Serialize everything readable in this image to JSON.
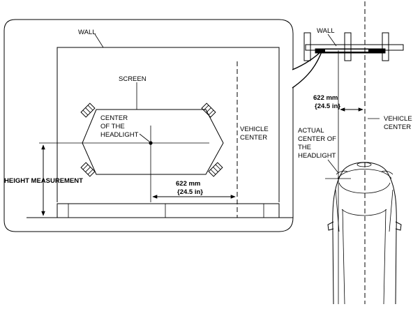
{
  "left_view": {
    "wall_label": "WALL",
    "screen_label": "SCREEN",
    "center_headlight_lines": [
      "CENTER",
      "OF THE",
      "HEADLIGHT"
    ],
    "vehicle_center_lines": [
      "VEHICLE",
      "CENTER"
    ],
    "height_label": "HEIGHT MEASUREMENT",
    "distance_mm": "622 mm",
    "distance_in": "{24.5 in}"
  },
  "right_view": {
    "wall_label": "WALL",
    "distance_mm": "622 mm",
    "distance_in": "{24.5 in}",
    "vehicle_center_lines": [
      "VEHICLE",
      "CENTER"
    ],
    "actual_center_lines": [
      "ACTUAL",
      "CENTER OF",
      "THE",
      "HEADLIGHT"
    ]
  }
}
